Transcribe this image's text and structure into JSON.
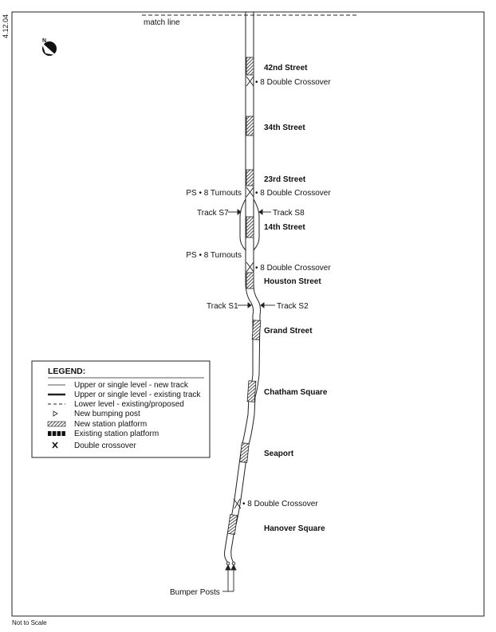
{
  "page_code": "4.12.04",
  "match_line": "match line",
  "north_icon": "north-arrow-icon",
  "stations": [
    {
      "name": "42nd Street"
    },
    {
      "name": "34th Street"
    },
    {
      "name": "23rd Street"
    },
    {
      "name": "14th Street"
    },
    {
      "name": "Houston Street"
    },
    {
      "name": "Grand Street"
    },
    {
      "name": "Chatham Square"
    },
    {
      "name": "Seaport"
    },
    {
      "name": "Hanover Square"
    }
  ],
  "annotations": {
    "crossover_42": "• 8 Double Crossover",
    "crossover_23": "• 8 Double Crossover",
    "crossover_houston": "• 8 Double Crossover",
    "crossover_seaport": "• 8 Double Crossover",
    "turnouts_north": "PS • 8 Turnouts",
    "turnouts_south": "PS • 8 Turnouts",
    "track_s7": "Track S7",
    "track_s8": "Track S8",
    "track_s1": "Track S1",
    "track_s2": "Track S2",
    "bumper_posts": "Bumper Posts"
  },
  "legend": {
    "title": "LEGEND:",
    "items": [
      {
        "label": "Upper or single level - new track",
        "symbol": "thin-line"
      },
      {
        "label": "Upper or single level - existing track",
        "symbol": "thick-line"
      },
      {
        "label": "Lower level - existing/proposed",
        "symbol": "dashed-line"
      },
      {
        "label": "New bumping post",
        "symbol": "bumping-post-icon"
      },
      {
        "label": "New station platform",
        "symbol": "hatched-platform"
      },
      {
        "label": "Existing station platform",
        "symbol": "solid-platform"
      },
      {
        "label": "Double crossover",
        "symbol": "x-mark"
      }
    ]
  },
  "footer": "Not to Scale"
}
